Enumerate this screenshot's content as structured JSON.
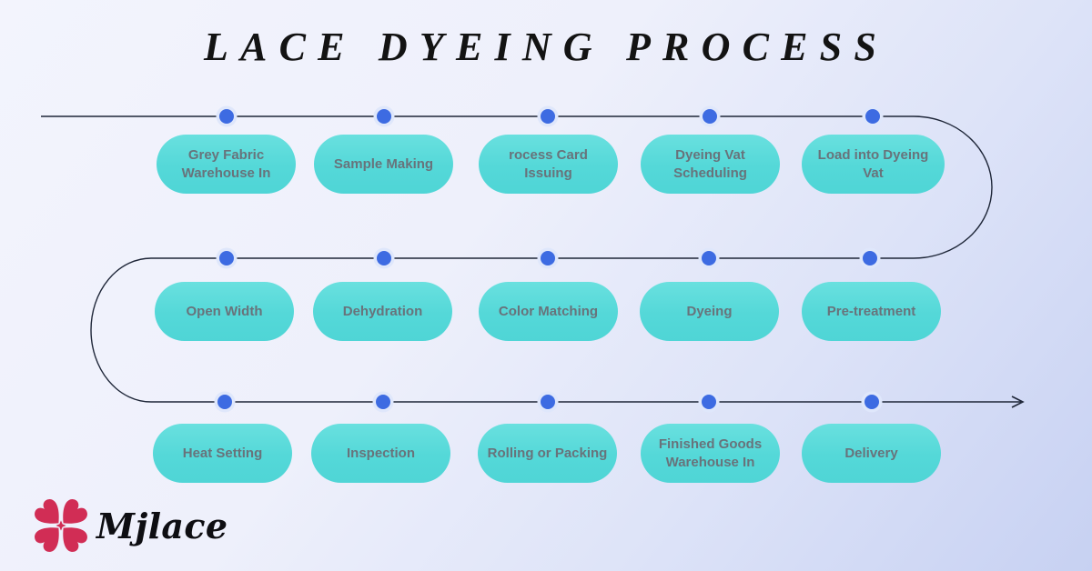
{
  "title": "LACE DYEING PROCESS",
  "rows": [
    {
      "steps": [
        {
          "label": "Grey Fabric Warehouse In"
        },
        {
          "label": "Sample Making"
        },
        {
          "label": "rocess Card Issuing"
        },
        {
          "label": "Dyeing Vat Scheduling"
        },
        {
          "label": "Load into Dyeing Vat"
        }
      ]
    },
    {
      "steps": [
        {
          "label": "Open Width"
        },
        {
          "label": "Dehydration"
        },
        {
          "label": "Color Matching"
        },
        {
          "label": "Dyeing"
        },
        {
          "label": "Pre-treatment"
        }
      ]
    },
    {
      "steps": [
        {
          "label": "Heat Setting"
        },
        {
          "label": "Inspection"
        },
        {
          "label": "Rolling or Packing"
        },
        {
          "label": "Finished Goods Warehouse In"
        },
        {
          "label": "Delivery"
        }
      ]
    }
  ],
  "logo": {
    "brand": "Mjlace"
  },
  "colors": {
    "pill": "#54d8d8",
    "pill_text": "#68737b",
    "node_dot": "#3d6be2",
    "node_halo": "#dfe7fb",
    "flow_line": "#1e2638",
    "flower": "#d12d55",
    "title_text": "#131313",
    "background_start": "#f3f4fd",
    "background_end": "#c7d1f2"
  }
}
